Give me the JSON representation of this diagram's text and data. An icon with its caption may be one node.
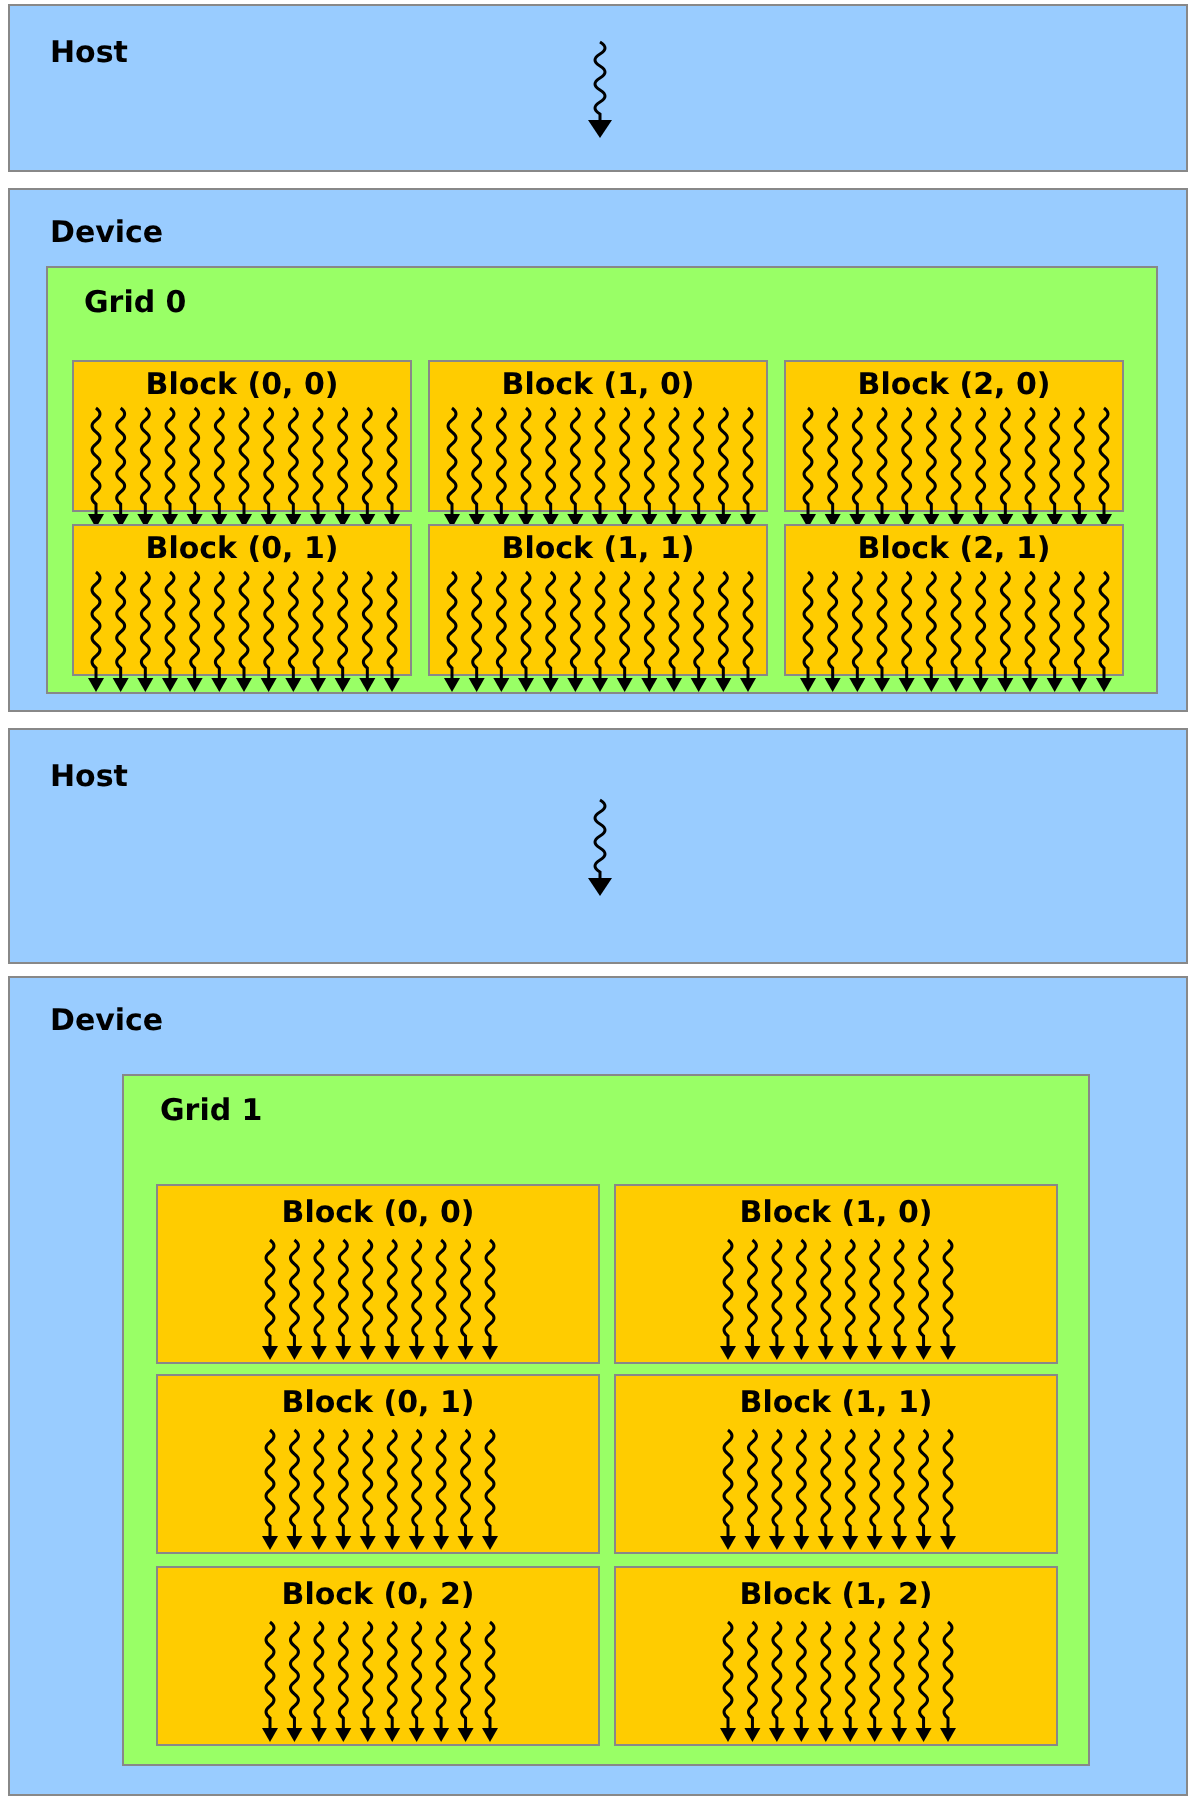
{
  "diagram": {
    "nodes": [
      {
        "text": [
          "Host"
        ]
      },
      {
        "text": [
          "Device"
        ]
      },
      {
        "text": [
          "Grid 0"
        ],
        "in": 1
      },
      {
        "text": [
          "Block (0, 0)"
        ],
        "in": 2
      },
      {
        "text": [
          "Block (1, 0)"
        ],
        "in": 2
      },
      {
        "text": [
          "Block (2, 0)"
        ],
        "in": 2
      },
      {
        "text": [
          "Block (0, 1)"
        ],
        "in": 2
      },
      {
        "text": [
          "Block (1, 1)"
        ],
        "in": 2
      },
      {
        "text": [
          "Block (2, 1)"
        ],
        "in": 2
      },
      {
        "text": [
          "Host"
        ]
      },
      {
        "text": [
          "Device"
        ]
      },
      {
        "text": [
          "Grid 1"
        ],
        "in": 10
      },
      {
        "text": [
          "Block (0, 0)"
        ],
        "in": 11
      },
      {
        "text": [
          "Block (1, 0)"
        ],
        "in": 11
      },
      {
        "text": [
          "Block (0, 1)"
        ],
        "in": 11
      },
      {
        "text": [
          "Block (1, 1)"
        ],
        "in": 11
      },
      {
        "text": [
          "Block (0, 2)"
        ],
        "in": 11
      },
      {
        "text": [
          "Block (1, 2)"
        ],
        "in": 11
      }
    ]
  }
}
